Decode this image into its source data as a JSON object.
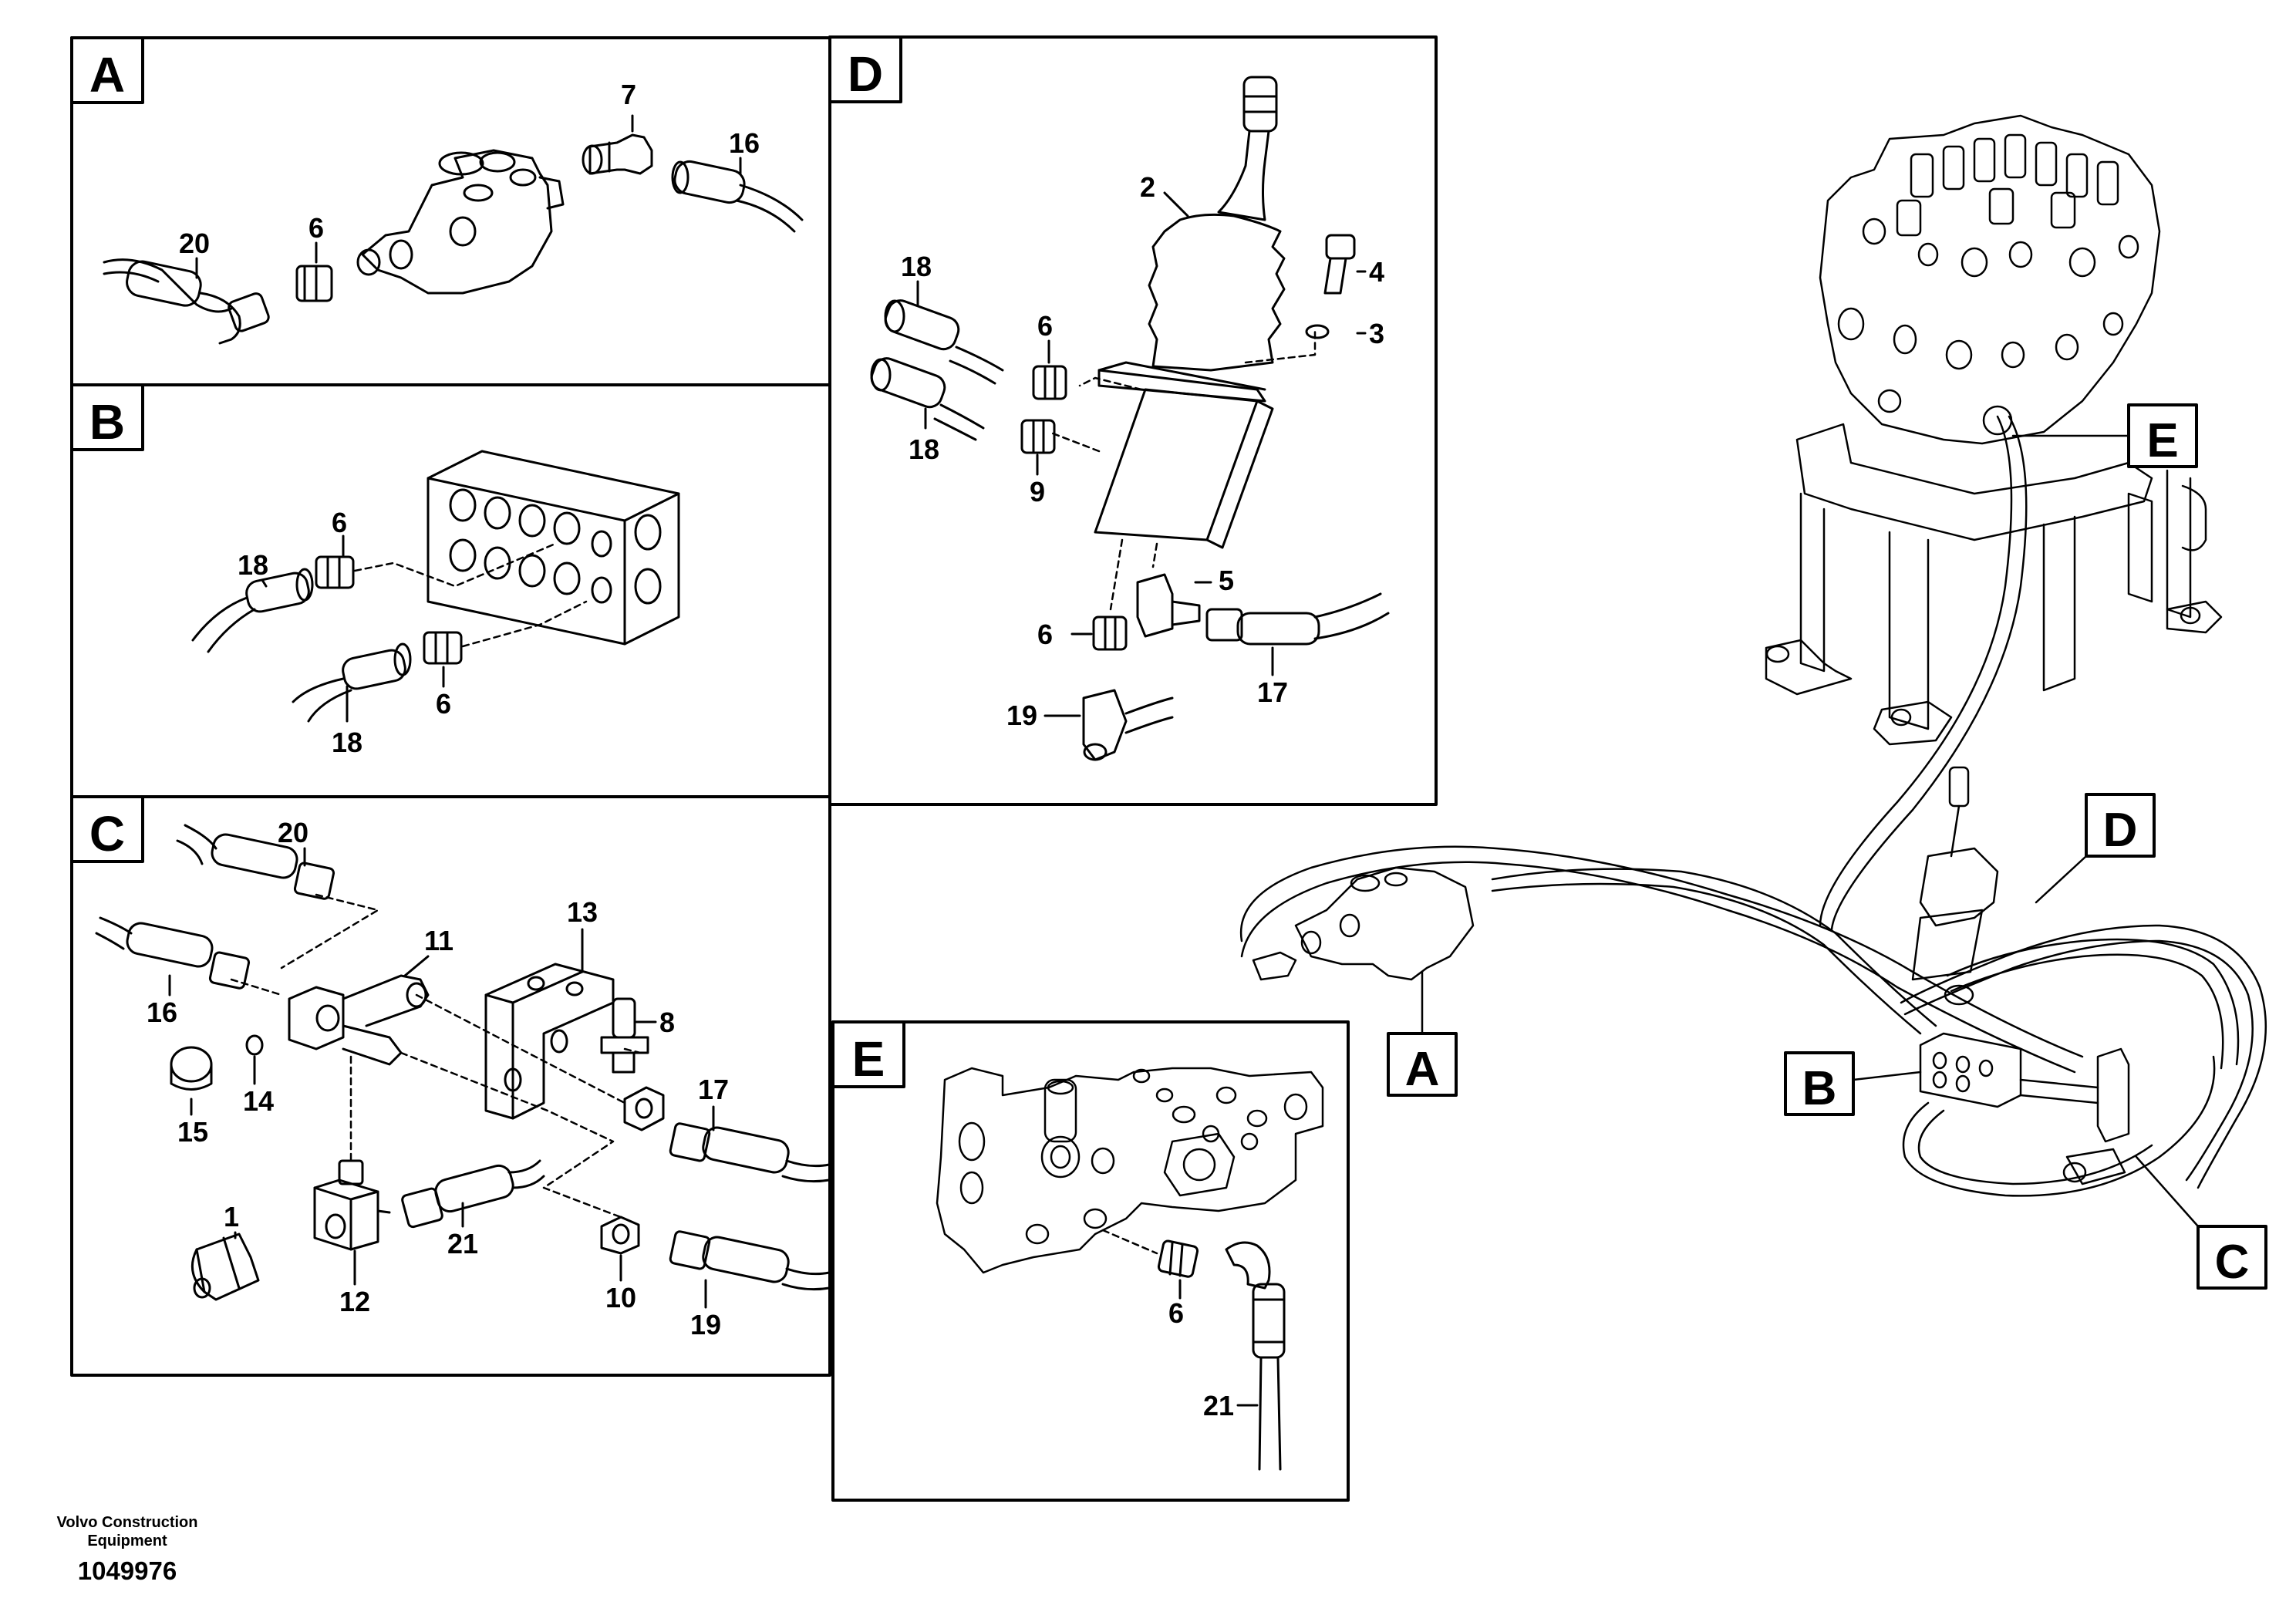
{
  "panels": {
    "A": {
      "tag": "A",
      "labels": [
        "7",
        "16",
        "20",
        "6"
      ]
    },
    "B": {
      "tag": "B",
      "labels": [
        "6",
        "18",
        "18",
        "6"
      ]
    },
    "C": {
      "tag": "C",
      "labels": [
        "20",
        "11",
        "13",
        "16",
        "8",
        "15",
        "14",
        "17",
        "1",
        "21",
        "12",
        "10",
        "19"
      ]
    },
    "D": {
      "tag": "D",
      "labels": [
        "2",
        "4",
        "18",
        "6",
        "3",
        "18",
        "9",
        "5",
        "6",
        "17",
        "19"
      ]
    },
    "E": {
      "tag": "E",
      "labels": [
        "6",
        "21"
      ]
    }
  },
  "overview": {
    "callouts": [
      "E",
      "D",
      "A",
      "B",
      "C"
    ]
  },
  "footer": {
    "brand_line1": "Volvo Construction",
    "brand_line2": "Equipment",
    "drawing_number": "1049976"
  }
}
